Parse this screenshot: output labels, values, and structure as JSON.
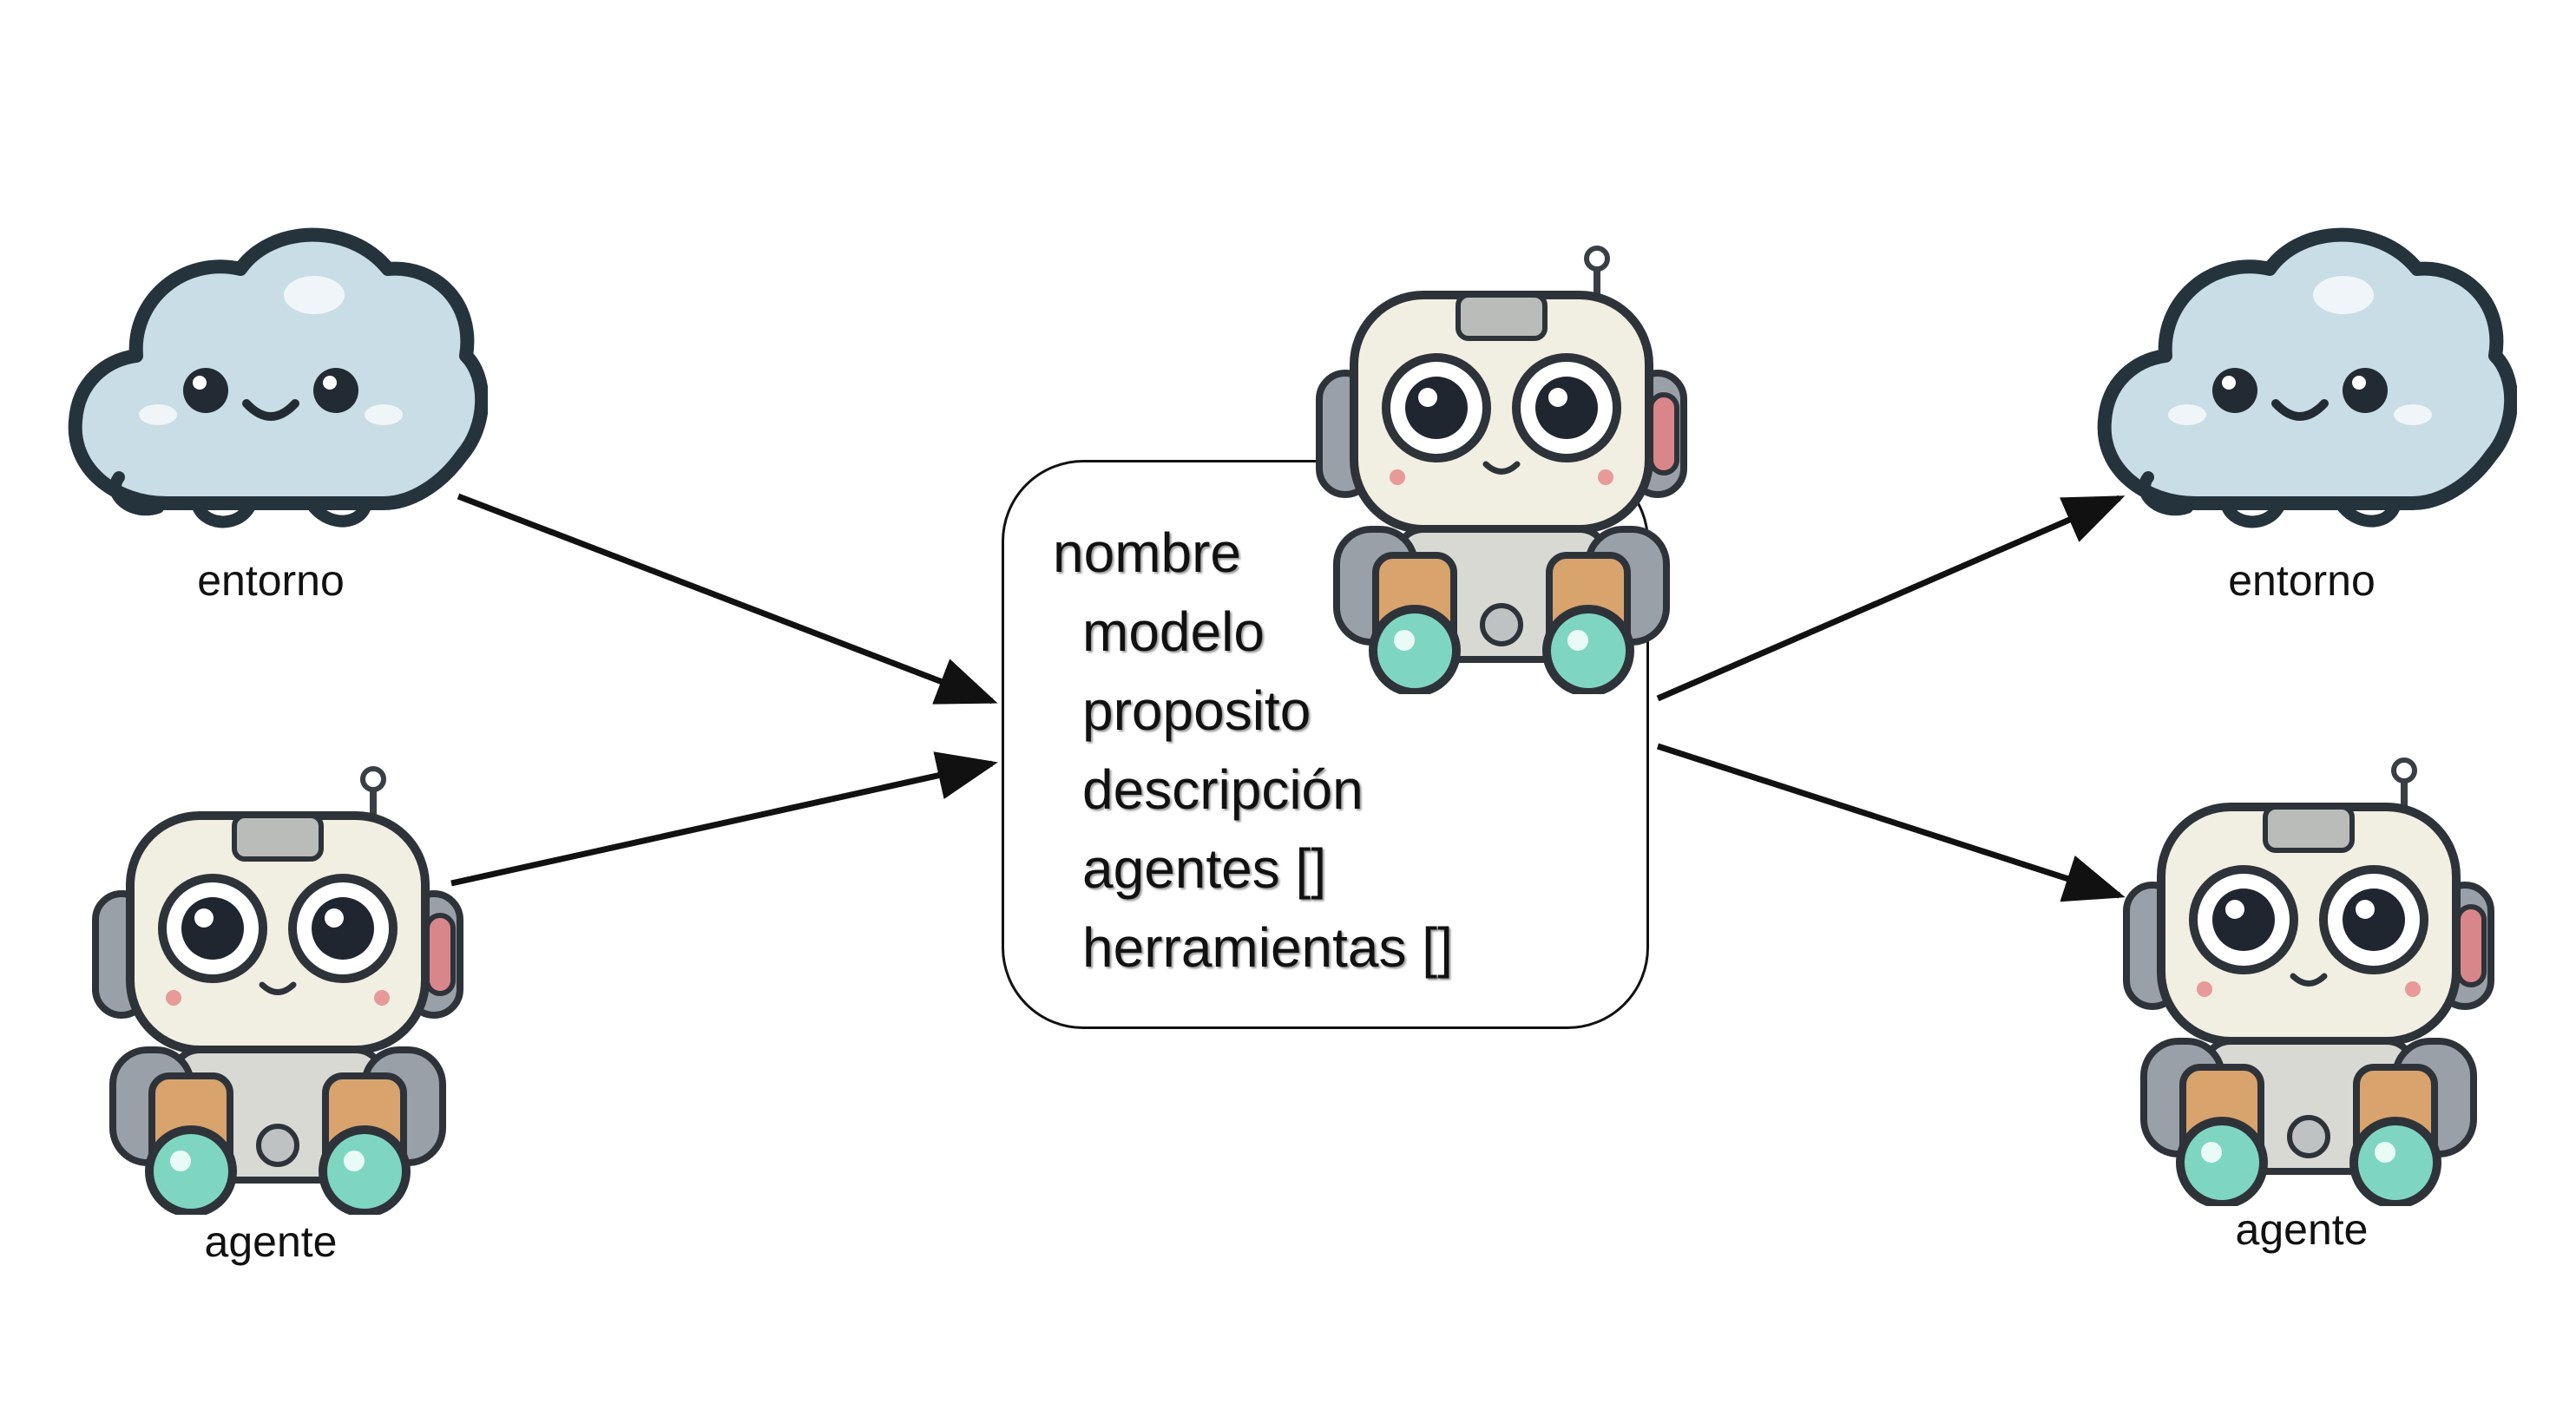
{
  "left_top": {
    "label": "entorno",
    "icon": "cloud-icon"
  },
  "left_bottom": {
    "label": "agente",
    "icon": "robot-icon"
  },
  "right_top": {
    "label": "entorno",
    "icon": "cloud-icon"
  },
  "right_bottom": {
    "label": "agente",
    "icon": "robot-icon"
  },
  "center": {
    "icon": "robot-icon",
    "fields": [
      "nombre",
      "modelo",
      "proposito",
      "descripción",
      "agentes []",
      "herramientas []"
    ]
  },
  "colors": {
    "cloud_fill": "#c9dde6",
    "outline": "#25333d",
    "robot_body": "#f1eee2",
    "robot_ear": "#d9868a",
    "binocular": "#d8a36c",
    "lens": "#7fd6c0",
    "arrow": "#111111"
  }
}
